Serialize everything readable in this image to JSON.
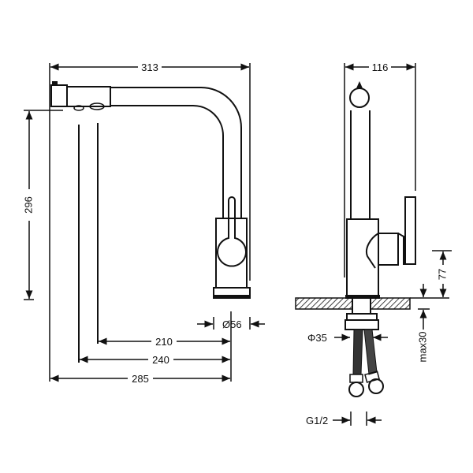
{
  "title": "Kitchen faucet dimension drawing",
  "colors": {
    "line": "#111111",
    "background": "#ffffff"
  },
  "side_view": {
    "width_label": "313",
    "height_label": "296",
    "dim_210": "210",
    "dim_240": "240",
    "dim_285": "285",
    "base_diameter": "Ø56"
  },
  "front_view": {
    "width_label": "116",
    "handle_height": "77",
    "shank_diameter": "Φ35",
    "max_counter_thickness": "max30",
    "thread": "G1/2"
  }
}
